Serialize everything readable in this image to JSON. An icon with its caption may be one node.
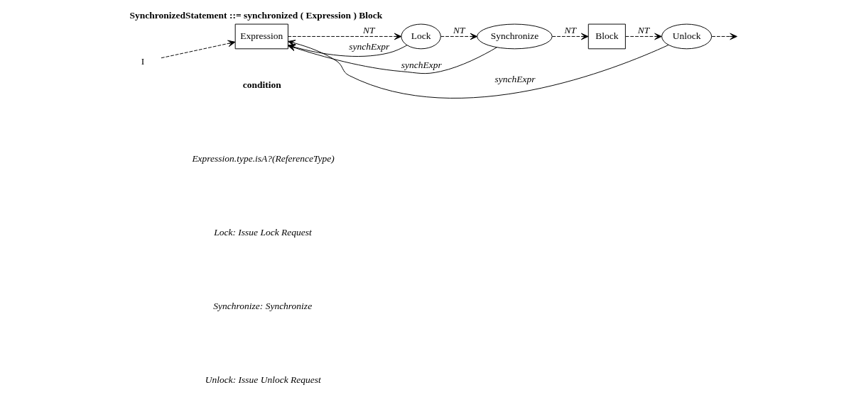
{
  "diagram": {
    "title": "SynchronizedStatement ::= synchronized ( Expression ) Block",
    "nodes": [
      {
        "text": [
          "I"
        ]
      },
      {
        "text": [
          "Expression"
        ]
      },
      {
        "text": [
          "Lock"
        ]
      },
      {
        "text": [
          "Synchronize"
        ]
      },
      {
        "text": [
          "Block"
        ]
      },
      {
        "text": [
          "Unlock"
        ]
      }
    ],
    "edges": [
      {
        "from": 0,
        "to": 1,
        "arrow": "to",
        "style": "dashed"
      },
      {
        "from": 1,
        "to": 2,
        "arrow": "to",
        "style": "dashed",
        "label": "NT"
      },
      {
        "from": 2,
        "to": 3,
        "arrow": "to",
        "style": "dashed",
        "label": "NT"
      },
      {
        "from": 3,
        "to": 4,
        "arrow": "to",
        "style": "dashed",
        "label": "NT"
      },
      {
        "from": 4,
        "to": 5,
        "arrow": "to",
        "style": "dashed",
        "label": "NT"
      },
      {
        "from": 5,
        "to": null,
        "arrow": "to",
        "style": "dashed"
      },
      {
        "from": 3,
        "to": 1,
        "arrow": "to",
        "label": "synchExpr"
      },
      {
        "from": 2,
        "to": 1,
        "arrow": "to",
        "label": "synchExpr"
      },
      {
        "from": 5,
        "to": 1,
        "arrow": "to",
        "label": "synchExpr"
      }
    ],
    "labels": [
      "condition",
      "Expression.type.isA?(ReferenceType)",
      "Lock: Issue Lock Request",
      "Synchronize: Synchronize",
      "Unlock: Issue Unlock Request"
    ]
  }
}
